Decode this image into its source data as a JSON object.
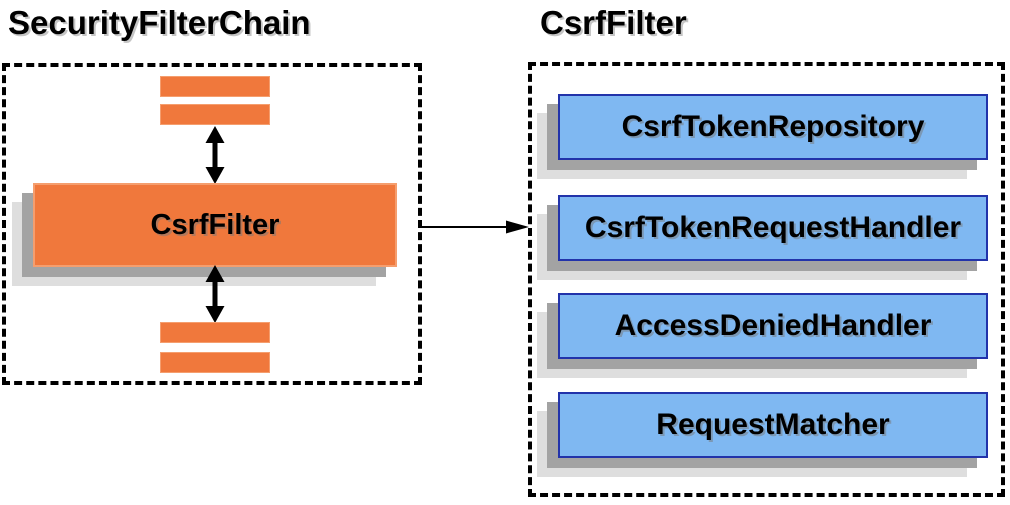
{
  "colors": {
    "background": "#FFFFFF",
    "orange-fill": "#F0783C",
    "orange-border": "#F59E6E",
    "blue-fill": "#7FB8F2",
    "blue-border": "#2233AA",
    "shadow-dark": "#A3A3A3",
    "shadow-light": "#DEDEDE",
    "line": "#000000"
  },
  "left_panel": {
    "title": "SecurityFilterChain",
    "csrf_filter_label": "CsrfFilter"
  },
  "right_panel": {
    "title": "CsrfFilter",
    "components": [
      {
        "label": "CsrfTokenRepository"
      },
      {
        "label": "CsrfTokenRequestHandler"
      },
      {
        "label": "AccessDeniedHandler"
      },
      {
        "label": "RequestMatcher"
      }
    ]
  }
}
